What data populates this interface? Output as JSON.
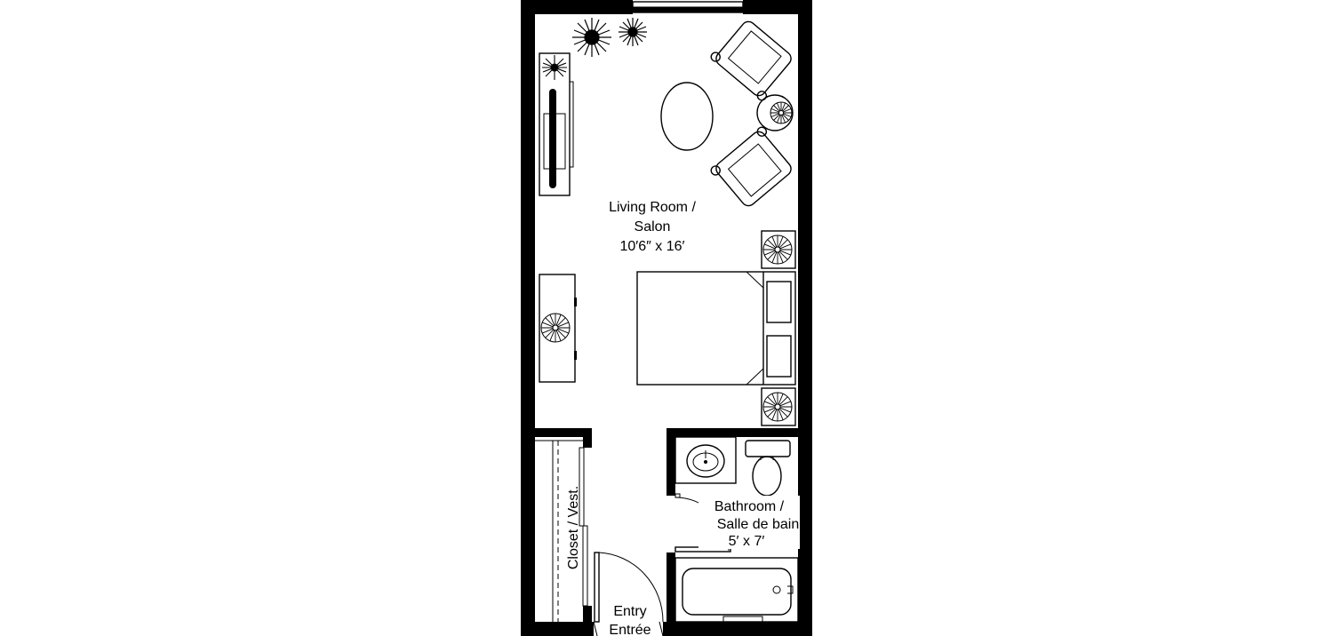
{
  "rooms": {
    "living": {
      "name_en": "Living Room /",
      "name_fr": "Salon",
      "size": "10′6″ x 16′"
    },
    "bathroom": {
      "name_en": "Bathroom /",
      "name_fr": "Salle de bain",
      "size": "5′ x 7′"
    },
    "closet": {
      "name": "Closet / Vest."
    },
    "entry": {
      "name_en": "Entry",
      "name_fr": "Entrée"
    }
  },
  "colors": {
    "wall": "#000000",
    "background": "#ffffff",
    "line": "#000000"
  }
}
